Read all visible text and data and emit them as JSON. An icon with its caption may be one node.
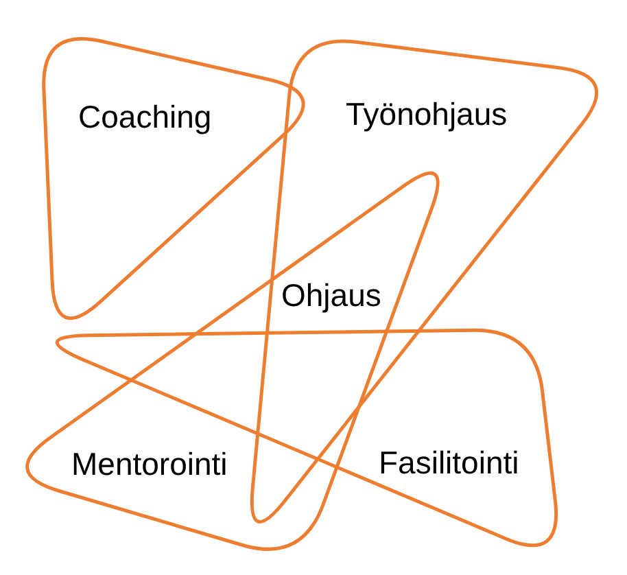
{
  "diagram": {
    "nodes": [
      {
        "text": [
          "Coaching"
        ]
      },
      {
        "text": [
          "Työnohjaus"
        ]
      },
      {
        "text": [
          "Mentorointi"
        ]
      },
      {
        "text": [
          "Fasilitointi"
        ]
      }
    ],
    "labels": [
      "Ohjaus"
    ]
  }
}
